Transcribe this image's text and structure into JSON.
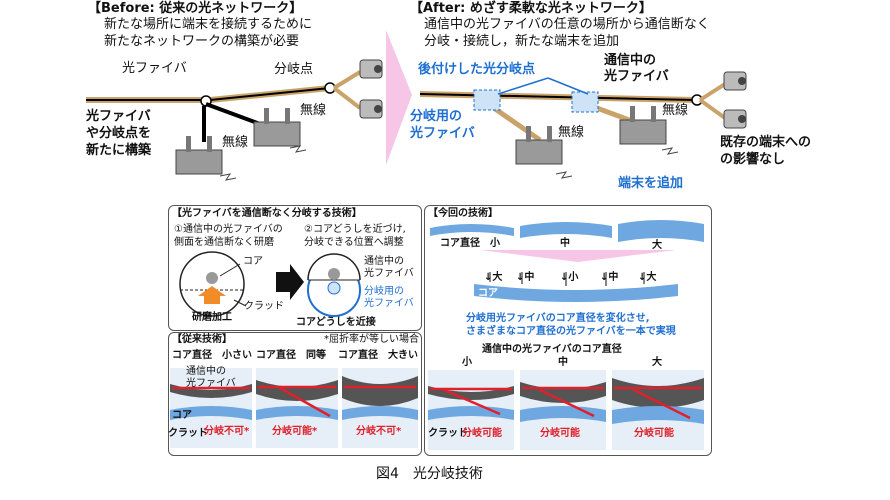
{
  "before": {
    "title": "【Before: 従来の光ネットワーク】",
    "line1": "新たな場所に端末を接続するために",
    "line2": "新たなネットワークの構築が必要",
    "fiber_label": "光ファイバ",
    "branch_point": "分岐点",
    "wireless1": "無線",
    "wireless2": "無線",
    "new_build": [
      "光ファイバ",
      "や分岐点を",
      "新たに構築"
    ]
  },
  "after": {
    "title": "【After: めざす柔軟な光ネットワーク】",
    "line1": "通信中の光ファイバの任意の場所から通信断なく",
    "line2": "分岐・接続し，新たな端末を追加",
    "retrofit_label": "後付けした光分岐点",
    "active_fiber": [
      "通信中の",
      "光ファイバ"
    ],
    "branch_fiber": [
      "分岐用の",
      "光ファイバ"
    ],
    "wireless1": "無線",
    "wireless2": "無線",
    "existing": [
      "既存の端末への",
      "の影響なし"
    ],
    "add_terminal": "端末を追加"
  },
  "method": {
    "title": "【光ファイバを通信断なく分岐する技術】",
    "step1": [
      "①通信中の光ファイバの",
      "側面を通信断なく研磨"
    ],
    "step2": [
      "②コアどうしを近づけ,",
      "分岐できる位置へ調整"
    ],
    "core": "コア",
    "clad": "クラッド",
    "polish": "研磨加工",
    "active_fiber": [
      "通信中の",
      "光ファイバ"
    ],
    "branch_fiber": [
      "分岐用の",
      "光ファイバ"
    ],
    "core_close": "コアどうしを近接"
  },
  "conventional": {
    "title": "【従来技術】",
    "note": "*屈折率が等しい場合",
    "headers": [
      "コア直径　小さい",
      "コア直径　同等",
      "コア直径　大きい"
    ],
    "active_fiber": [
      "通信中の",
      "光ファイバ"
    ],
    "core": "コア",
    "clad": "クラッド",
    "results": [
      "分岐不可*",
      "分岐可能*",
      "分岐不可*"
    ]
  },
  "current": {
    "title": "【今回の技術】",
    "core_diameter": "コア直径",
    "sizes": [
      "小",
      "中",
      "大"
    ],
    "arrow_labels": [
      "↓大",
      "↓中",
      "↓小",
      "↓中",
      "↓大"
    ],
    "core": "コア",
    "desc1": "分岐用光ファイバのコア直径を変化させ,",
    "desc2": "さまざまなコア直径の光ファイバを一本で実現",
    "active_core_title": "通信中の光ファイバのコア直径",
    "bottom_sizes": [
      "小",
      "中",
      "大"
    ],
    "clad": "クラッド",
    "results": [
      "分岐可能",
      "分岐可能",
      "分岐可能"
    ]
  },
  "caption": "図4　光分岐技術",
  "colors": {
    "accent_blue": "#1f6fd1",
    "red": "#e0202a",
    "fiber_tan": "#c9a36a",
    "core_blue": "#6fa8e0"
  }
}
